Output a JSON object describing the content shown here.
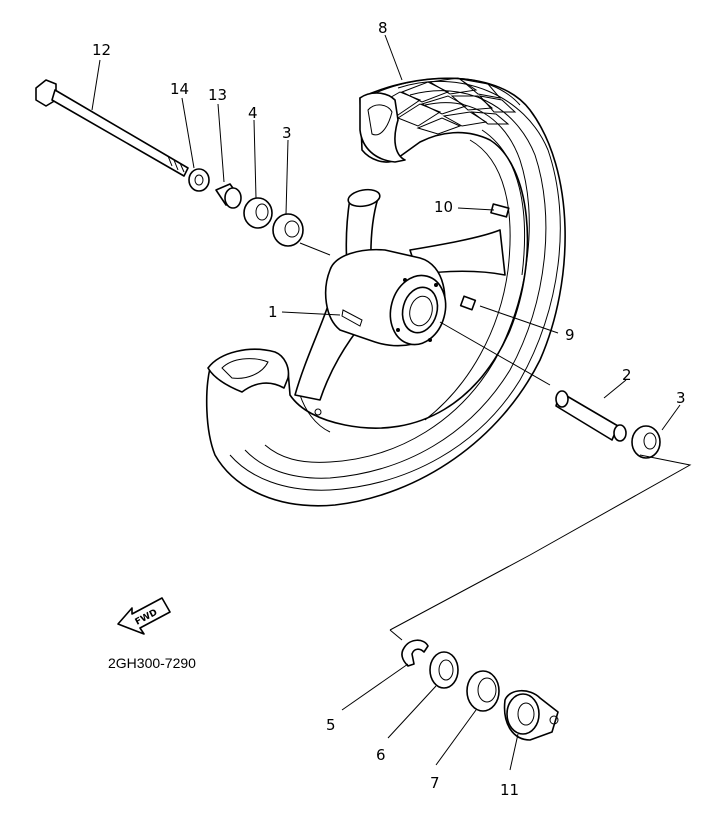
{
  "diagram": {
    "part_code": "2GH300-7290",
    "fwd_label": "FWD",
    "callouts": [
      {
        "id": "c1",
        "label": "1"
      },
      {
        "id": "c2",
        "label": "2"
      },
      {
        "id": "c3a",
        "label": "3"
      },
      {
        "id": "c3b",
        "label": "3"
      },
      {
        "id": "c4",
        "label": "4"
      },
      {
        "id": "c5",
        "label": "5"
      },
      {
        "id": "c6",
        "label": "6"
      },
      {
        "id": "c7",
        "label": "7"
      },
      {
        "id": "c8",
        "label": "8"
      },
      {
        "id": "c9",
        "label": "9"
      },
      {
        "id": "c10",
        "label": "10"
      },
      {
        "id": "c11",
        "label": "11"
      },
      {
        "id": "c12",
        "label": "12"
      },
      {
        "id": "c13",
        "label": "13"
      },
      {
        "id": "c14",
        "label": "14"
      }
    ]
  }
}
